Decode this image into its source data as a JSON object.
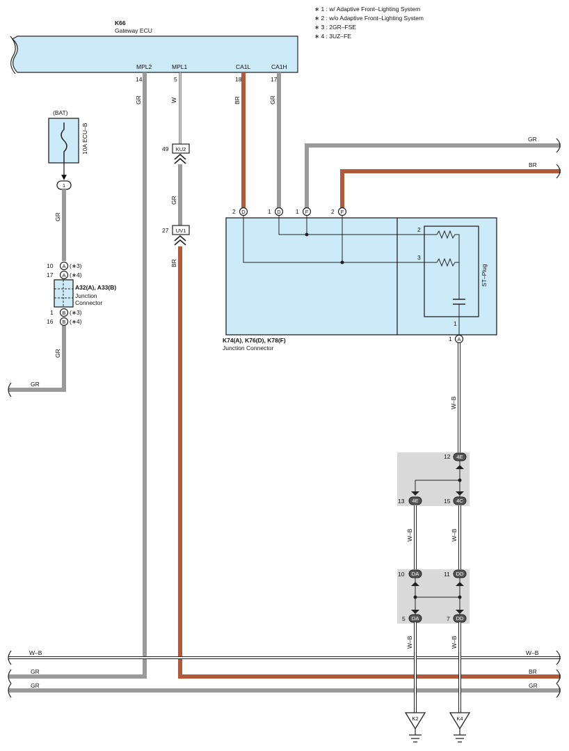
{
  "colors": {
    "wire_gr": "#9a9a9a",
    "wire_br": "#b05a3a",
    "ecu_fill": "#cdeaf8",
    "splice_fill": "#d9d9d9"
  },
  "notes": [
    "∗ 1 : w/ Adaptive Front–Lighting System",
    "∗ 2 : w/o Adaptive Front–Lighting System",
    "∗ 3 : 2GR–FSE",
    "∗ 4 : 3UZ–FE"
  ],
  "ecu": {
    "code": "K66",
    "name": "Gateway ECU",
    "terminals": [
      {
        "name": "MPL2",
        "pin": "14",
        "wire": "GR"
      },
      {
        "name": "MPL1",
        "pin": "5",
        "wire": "W"
      },
      {
        "name": "CA1L",
        "pin": "18",
        "wire": "BR"
      },
      {
        "name": "CA1H",
        "pin": "17",
        "wire": "GR"
      }
    ]
  },
  "fuse": {
    "source": "(BAT)",
    "label": "10A ECU–B",
    "pin": "1"
  },
  "left_wire": {
    "color1": "GR",
    "color2": "GR",
    "color3": "GR"
  },
  "a32": {
    "name_line1": "A32(A), A33(B)",
    "name_line2": "Junction",
    "name_line3": "Connector",
    "pins": [
      {
        "pin": "10",
        "letter": "A",
        "note": "(∗3)"
      },
      {
        "pin": "17",
        "letter": "A",
        "note": "(∗4)"
      },
      {
        "pin": "1",
        "letter": "B",
        "note": "(∗3)"
      },
      {
        "pin": "16",
        "letter": "B",
        "note": "(∗4)"
      }
    ]
  },
  "inline": [
    {
      "pin": "49",
      "code": "KU2"
    },
    {
      "pin": "27",
      "code": "UV1"
    }
  ],
  "mpl1_lower_wire": "GR",
  "mpl1_bottom_wire": "BR",
  "right_wires": {
    "top": "GR",
    "second": "BR"
  },
  "junction": {
    "name_line1": "K74(A), K76(D), K78(F)",
    "name_line2": "Junction Connector",
    "top_pins": [
      {
        "pin": "2",
        "letter": "D"
      },
      {
        "pin": "1",
        "letter": "D"
      },
      {
        "pin": "1",
        "letter": "F"
      },
      {
        "pin": "2",
        "letter": "F"
      }
    ],
    "st_plug": "ST–Plug",
    "st_pin2": "2",
    "st_pin3": "3",
    "st_pin1": "1",
    "bottom_pin": "1",
    "bottom_letter": "A",
    "bottom_wire": "W–B"
  },
  "splice1": {
    "top": {
      "pin": "12",
      "code": "4E"
    },
    "left": {
      "pin": "13",
      "code": "4E"
    },
    "right": {
      "pin": "15",
      "code": "4C"
    },
    "wire_left": "W–B",
    "wire_right": "W–B"
  },
  "splice2": {
    "tl": {
      "pin": "10",
      "code": "DA"
    },
    "tr": {
      "pin": "11",
      "code": "DD"
    },
    "bl": {
      "pin": "5",
      "code": "DA"
    },
    "br": {
      "pin": "7",
      "code": "DD"
    },
    "wire_left": "W–B",
    "wire_right": "W–B"
  },
  "bus": {
    "wb_left": "W–B",
    "wb_right": "W–B",
    "gr1_left": "GR",
    "br_right": "BR",
    "gr2_left": "GR",
    "gr2_right": "GR"
  },
  "grounds": [
    "K2",
    "K4"
  ]
}
